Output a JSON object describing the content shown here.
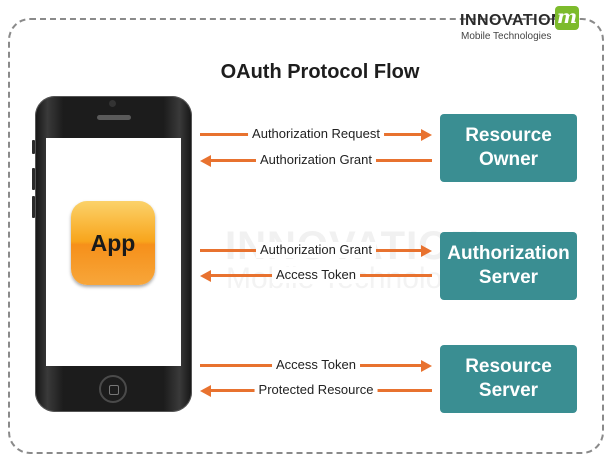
{
  "logo": {
    "word": "INNOVATION",
    "mark": "m",
    "subtitle": "Mobile Technologies"
  },
  "title": "OAuth Protocol Flow",
  "app_label": "App",
  "watermark": {
    "line1": "INNOVATION",
    "line2": "Mobile Technologies"
  },
  "boxes": [
    {
      "line1": "Resource",
      "line2": "Owner"
    },
    {
      "line1": "Authorization",
      "line2": "Server"
    },
    {
      "line1": "Resource",
      "line2": "Server"
    }
  ],
  "arrows": [
    {
      "label": "Authorization Request",
      "direction": "right"
    },
    {
      "label": "Authorization Grant",
      "direction": "left"
    },
    {
      "label": "Authorization Grant",
      "direction": "right"
    },
    {
      "label": "Access Token",
      "direction": "left"
    },
    {
      "label": "Access Token",
      "direction": "right"
    },
    {
      "label": "Protected Resource",
      "direction": "left"
    }
  ],
  "colors": {
    "arrow": "#e8722f",
    "box": "#3a8e92",
    "app": "#f8a51c",
    "logo_mark": "#7dbb2c"
  }
}
